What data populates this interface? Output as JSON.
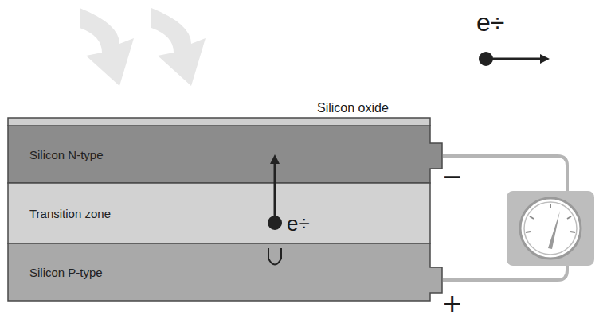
{
  "diagram": {
    "nodes": [
      {
        "text": [
          "Silicon N-type"
        ]
      },
      {
        "text": [
          "Transition zone"
        ]
      },
      {
        "text": [
          "Silicon P-type"
        ]
      }
    ],
    "labels": [
      "Silicon oxide",
      "e÷",
      "e÷",
      "−",
      "+"
    ]
  }
}
